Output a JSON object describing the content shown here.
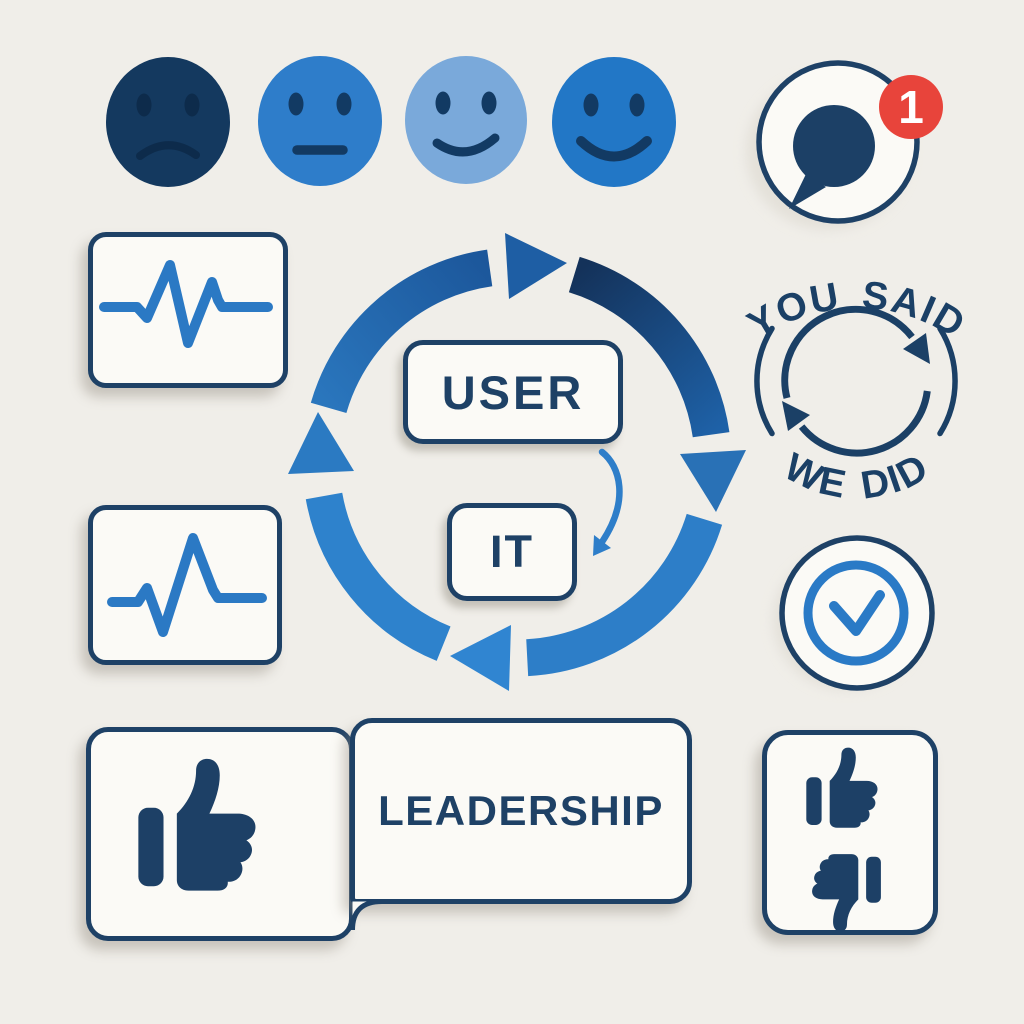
{
  "background": "#f0eee9",
  "palette": {
    "navy": "#1e4166",
    "navy_dark": "#14375c",
    "blue": "#2e7dca",
    "blue_bright": "#3085d1",
    "light_blue": "#7aa9da",
    "pulse_blue": "#2b79c4",
    "badge_red": "#e8443b",
    "card_bg": "#fbfaf6"
  },
  "satisfaction_scale": {
    "faces": [
      {
        "label": "very-dissatisfied",
        "expression": "frown",
        "color": "#14395f"
      },
      {
        "label": "neutral",
        "expression": "flat",
        "color": "#2e7dca"
      },
      {
        "label": "satisfied",
        "expression": "smile",
        "color": "#7aa9da"
      },
      {
        "label": "very-satisfied",
        "expression": "big-smile",
        "color": "#2277c6"
      }
    ]
  },
  "chat_notification": {
    "icon": "speech-bubble-icon",
    "badge_count": "1"
  },
  "feedback_cycle": {
    "user_label": "USER",
    "it_label": "IT"
  },
  "you_said_we_did": {
    "top_text": "YOU SAID",
    "bottom_text": "WE DID"
  },
  "leadership": {
    "label": "LEADERSHIP",
    "icon": "thumbs-up-icon"
  },
  "vote_panel": {
    "icons": [
      "thumbs-up-icon",
      "thumbs-down-icon"
    ]
  },
  "status": {
    "icon": "check-circle-icon"
  },
  "activity_cards": {
    "icons": [
      "pulse-line-icon",
      "pulse-line-icon"
    ]
  }
}
